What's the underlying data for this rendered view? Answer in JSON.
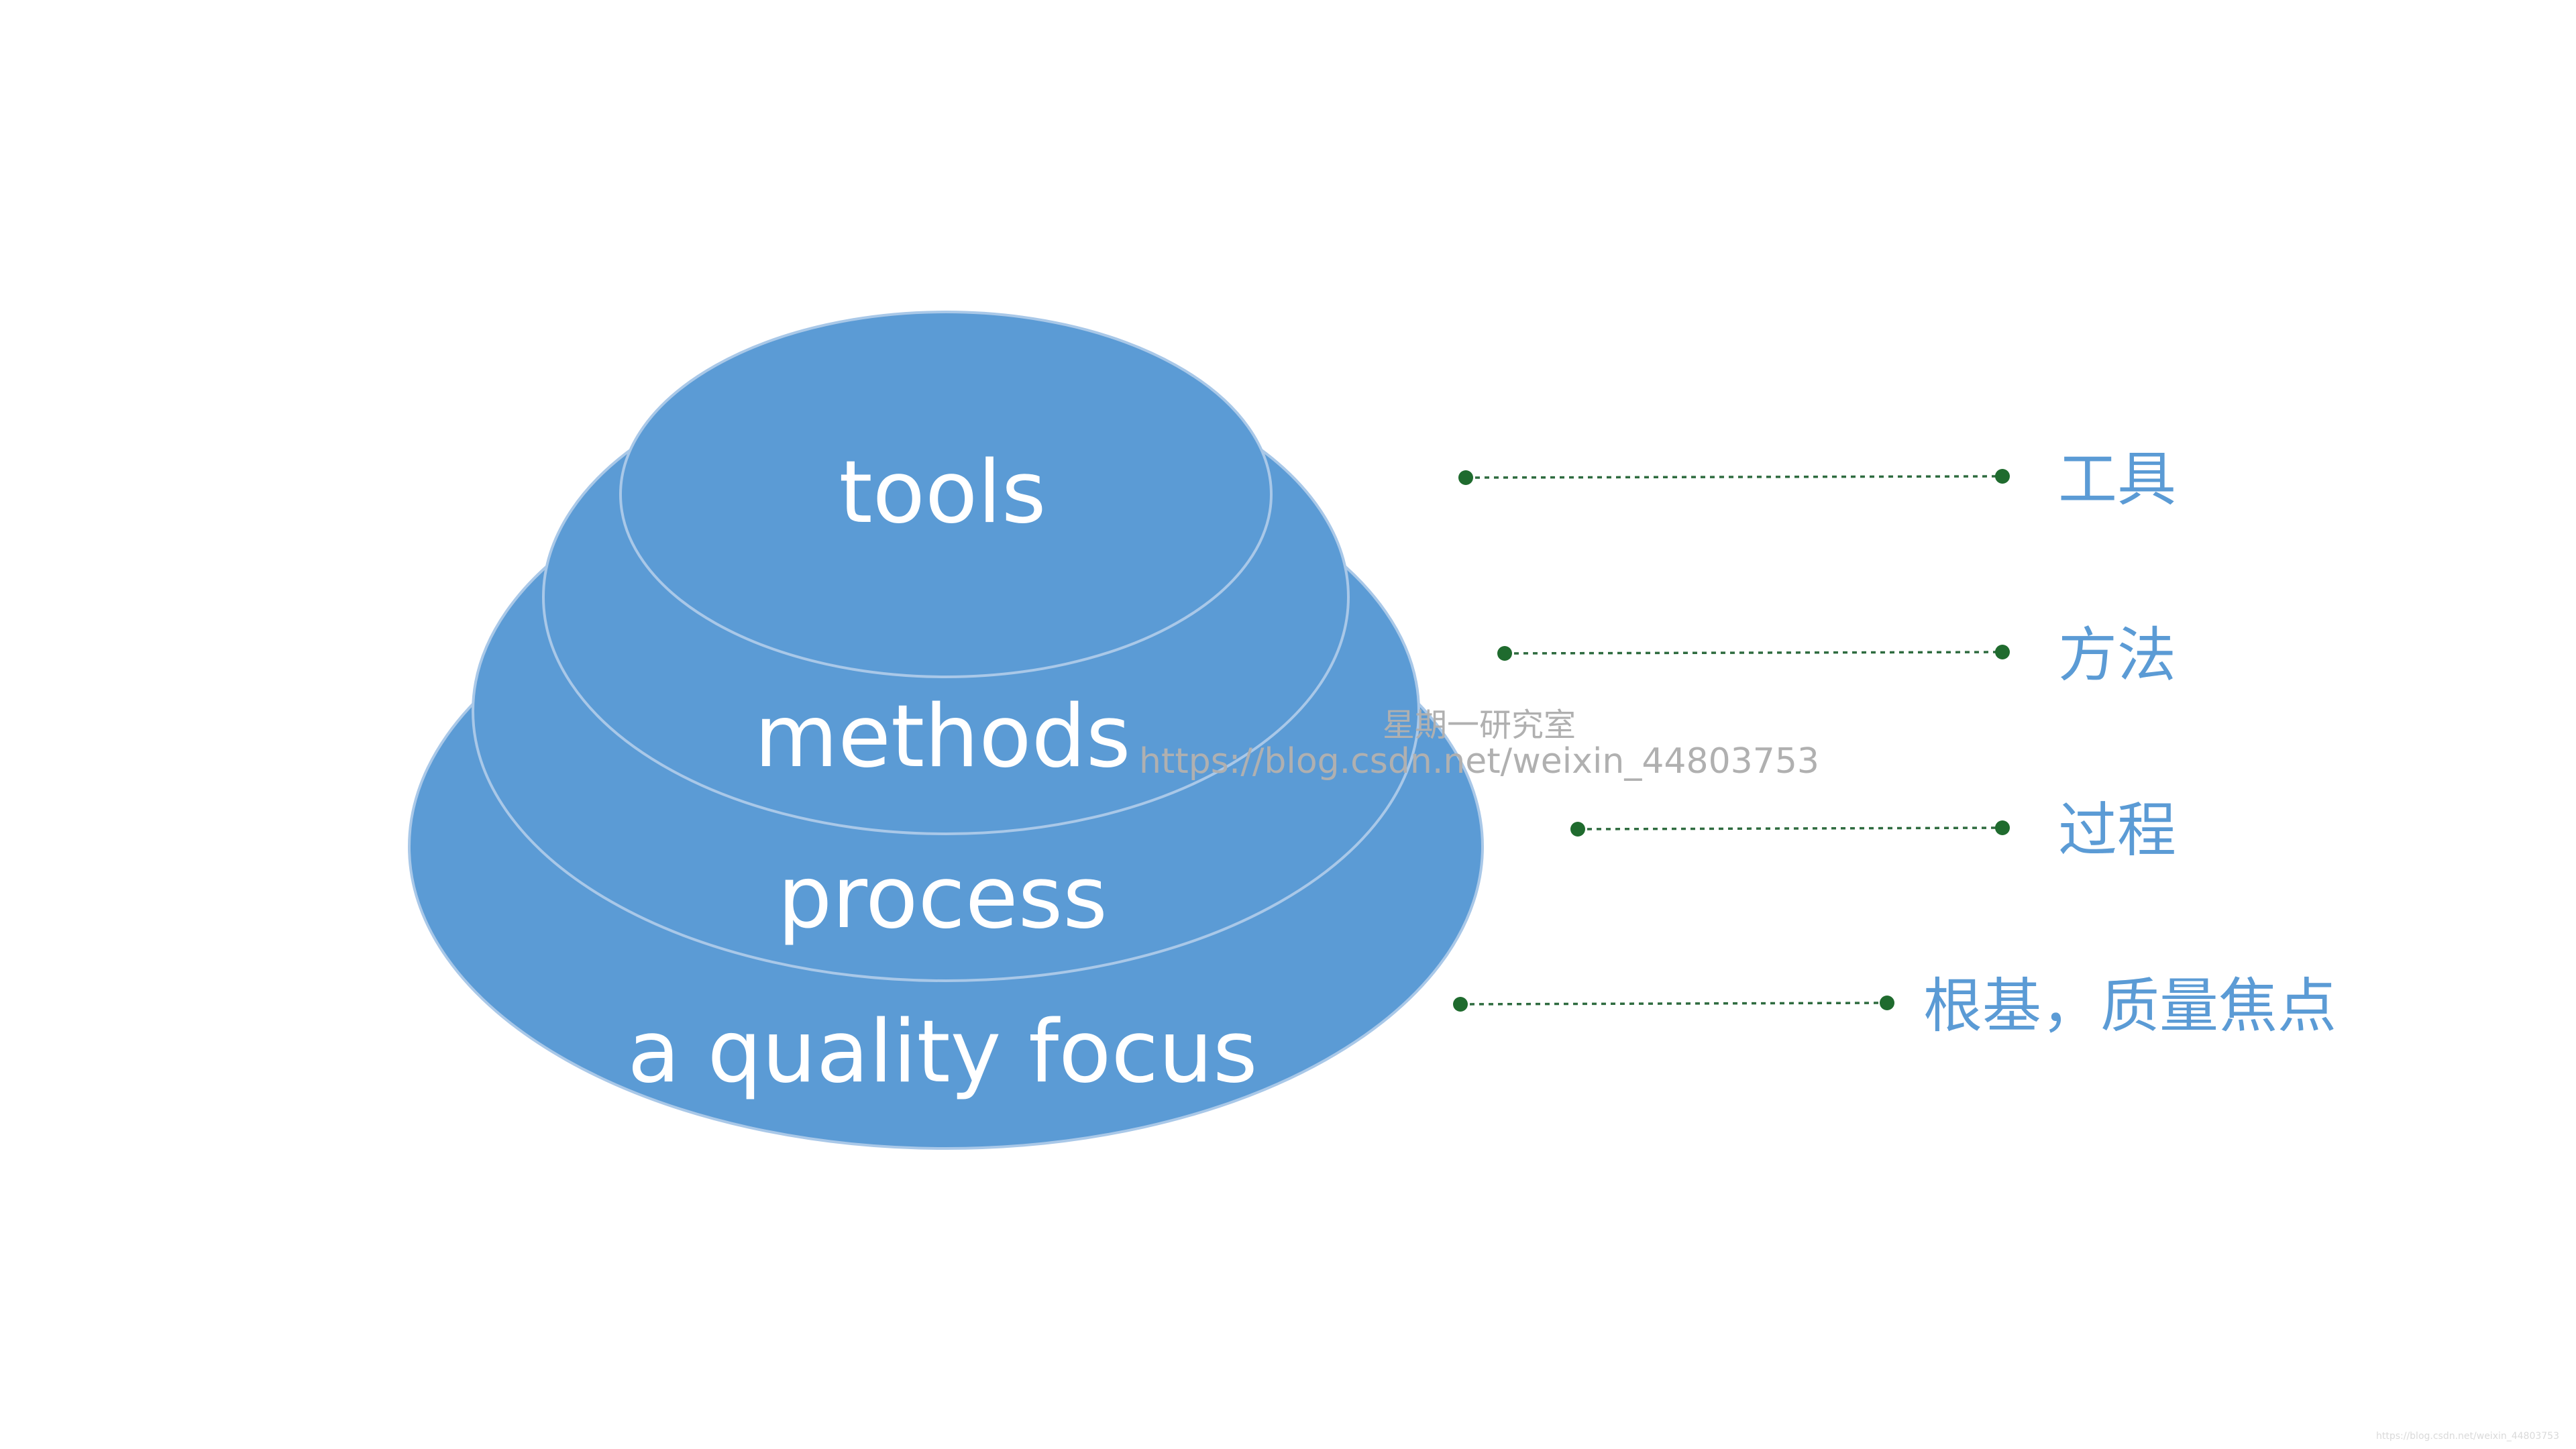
{
  "layers": [
    {
      "id": "focus",
      "label": "a quality focus"
    },
    {
      "id": "process",
      "label": "process"
    },
    {
      "id": "methods",
      "label": "methods"
    },
    {
      "id": "tools",
      "label": "tools"
    }
  ],
  "annotations": [
    {
      "id": "tools",
      "label": "工具"
    },
    {
      "id": "methods",
      "label": "方法"
    },
    {
      "id": "process",
      "label": "过程"
    },
    {
      "id": "focus",
      "label": "根基，质量焦点"
    }
  ],
  "watermark": {
    "title": "星期一研究室",
    "url": "https://blog.csdn.net/weixin_44803753"
  },
  "colors": {
    "layer_fill": "#5B9BD5",
    "layer_outline": "#A9C8E8",
    "label_text": "#FFFFFF",
    "annotation_text": "#5B9BD5",
    "leader_line": "#2E6B3F"
  }
}
